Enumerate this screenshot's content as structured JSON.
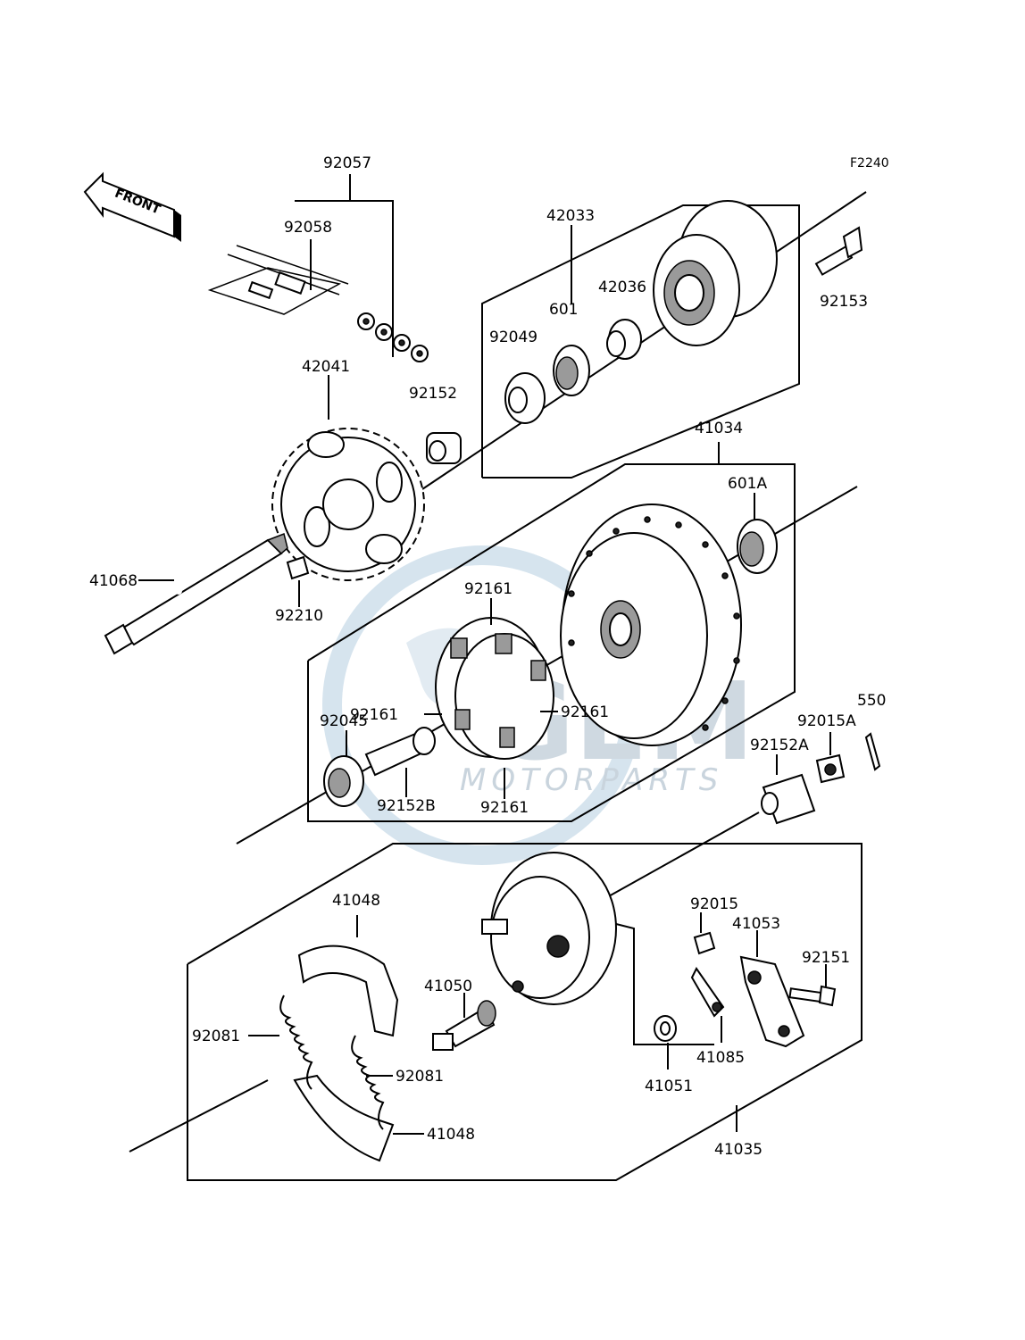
{
  "diagram": {
    "figure_code": "F2240",
    "direction_badge": "FRONT",
    "watermark": {
      "logo": "GEM",
      "text": "MOTORPARTS"
    },
    "labels": {
      "p92057": "92057",
      "p92058": "92058",
      "p42033": "42033",
      "p92153": "92153",
      "p42036": "42036",
      "p601": "601",
      "p92049": "92049",
      "p42041": "42041",
      "p92152": "92152",
      "p41034": "41034",
      "p601A": "601A",
      "p41068": "41068",
      "p92210": "92210",
      "p92161_top": "92161",
      "p92161_left": "92161",
      "p92161_right": "92161",
      "p92161_bottom": "92161",
      "p92045": "92045",
      "p92152B": "92152B",
      "p550": "550",
      "p92015A": "92015A",
      "p92152A": "92152A",
      "p41048_top": "41048",
      "p92015": "92015",
      "p41053": "41053",
      "p92151": "92151",
      "p41050": "41050",
      "p92081_left": "92081",
      "p92081_right": "92081",
      "p41085": "41085",
      "p41051": "41051",
      "p41048_bottom": "41048",
      "p41035": "41035"
    }
  }
}
